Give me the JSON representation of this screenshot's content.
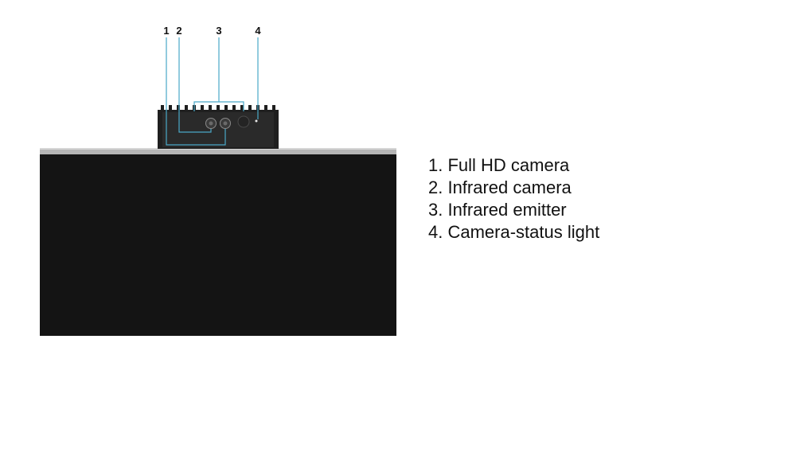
{
  "callouts": [
    {
      "number": "1",
      "label": "Full HD camera"
    },
    {
      "number": "2",
      "label": "Infrared camera"
    },
    {
      "number": "3",
      "label": "Infrared emitter"
    },
    {
      "number": "4",
      "label": "Camera-status light"
    }
  ],
  "legend": [
    "1. Full HD camera",
    "2. Infrared camera",
    "3. Infrared emitter",
    "4. Camera-status light"
  ],
  "colors": {
    "leader_line": "#4aa8c8",
    "screen": "#141414",
    "camera_body": "#1f1f1f",
    "bezel_top": "#b5b5b5",
    "text": "#111111"
  }
}
